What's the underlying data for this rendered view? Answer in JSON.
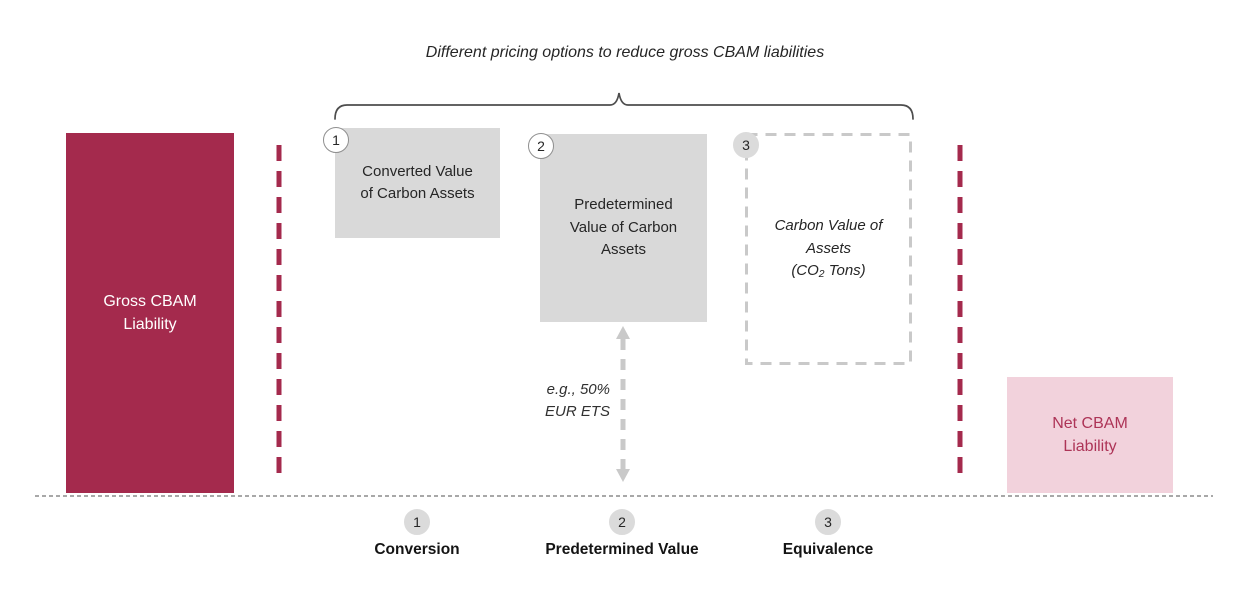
{
  "title": "Different pricing options to reduce gross CBAM liabilities",
  "gross_liability": {
    "label": "Gross CBAM\nLiability"
  },
  "options": [
    {
      "num": "1",
      "box_label": "Converted Value\nof Carbon Assets",
      "footer_label": "Conversion"
    },
    {
      "num": "2",
      "box_label": "Predetermined\nValue of Carbon\nAssets",
      "footer_label": "Predetermined Value"
    },
    {
      "num": "3",
      "box_label": "Carbon Value of\nAssets\n(CO₂ Tons)",
      "footer_label": "Equivalence"
    }
  ],
  "arrow_note": "e.g., 50%\nEUR ETS",
  "net_liability": {
    "label": "Net CBAM\nLiability"
  },
  "colors": {
    "gross_bar": "#A42A4D",
    "boundary_dash": "#A42A4D",
    "gray_box": "#D9D9D9",
    "dashed_box_border": "#C9C9C9",
    "arrow_gray": "#C9C9C9",
    "net_bar_fill": "#F2D2DC",
    "net_bar_text": "#AD3457",
    "baseline_gray": "#8C8C8C",
    "brace_gray": "#4D4D4D"
  }
}
